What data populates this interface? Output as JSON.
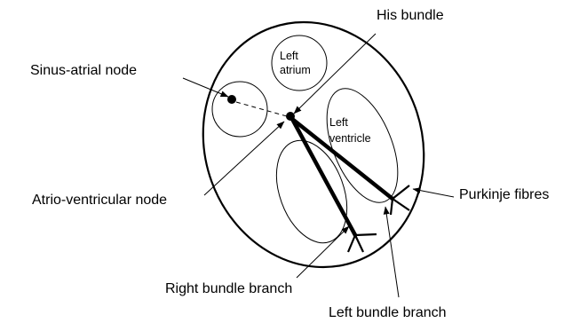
{
  "labels": {
    "his_bundle": "His bundle",
    "sinus_atrial_node": "Sinus-atrial node",
    "atrio_ventricular_node": "Atrio-ventricular node",
    "purkinje_fibres": "Purkinje fibres",
    "right_bundle_branch": "Right bundle branch",
    "left_bundle_branch": "Left bundle branch"
  },
  "chambers": {
    "left_atrium": [
      "Left",
      "atrium"
    ],
    "left_ventricle": [
      "Left",
      "ventricle"
    ]
  }
}
